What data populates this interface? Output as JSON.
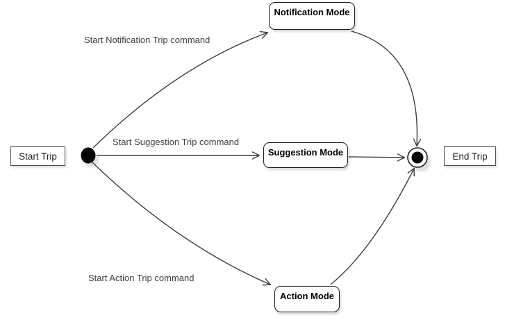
{
  "diagram": {
    "kind": "uml-state-diagram",
    "nodes": {
      "start": {
        "label": "Start Trip"
      },
      "end": {
        "label": "End Trip"
      },
      "states": [
        {
          "label": "Notification Mode"
        },
        {
          "label": "Suggestion Mode"
        },
        {
          "label": "Action Mode"
        }
      ]
    },
    "transitions": [
      {
        "label": "Start Notification Trip command"
      },
      {
        "label": "Start Suggestion Trip command"
      },
      {
        "label": "Start Action Trip command"
      }
    ],
    "colors": {
      "background": "#ffffff",
      "edge_line": "#3d3d3d",
      "state_border": "#1c1c1c",
      "state_fill": "#ffffff",
      "rect_border": "#4d4d4d",
      "edge_label_text": "#404040",
      "terminal_fill": "#050505"
    }
  }
}
